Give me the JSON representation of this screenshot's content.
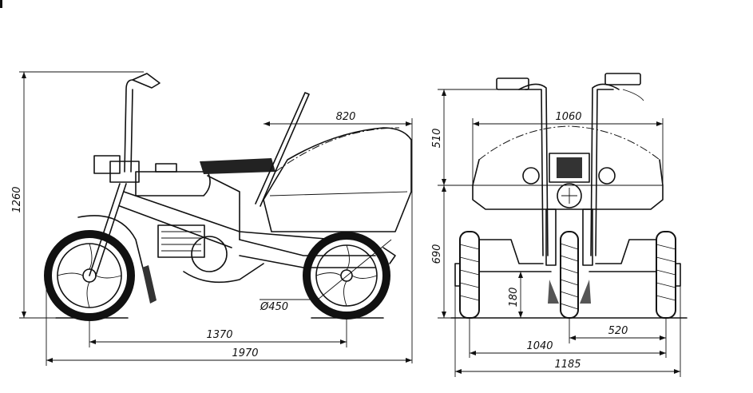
{
  "dimensions": {
    "overall_height": "1260",
    "body_width": "820",
    "wheel_diameter": "Ø450",
    "wheelbase": "1370",
    "overall_length": "1970",
    "upper_height": "510",
    "lower_height": "690",
    "body_width_front": "1060",
    "ground_clearance": "180",
    "half_track": "520",
    "track": "1040",
    "overall_width": "1185"
  }
}
